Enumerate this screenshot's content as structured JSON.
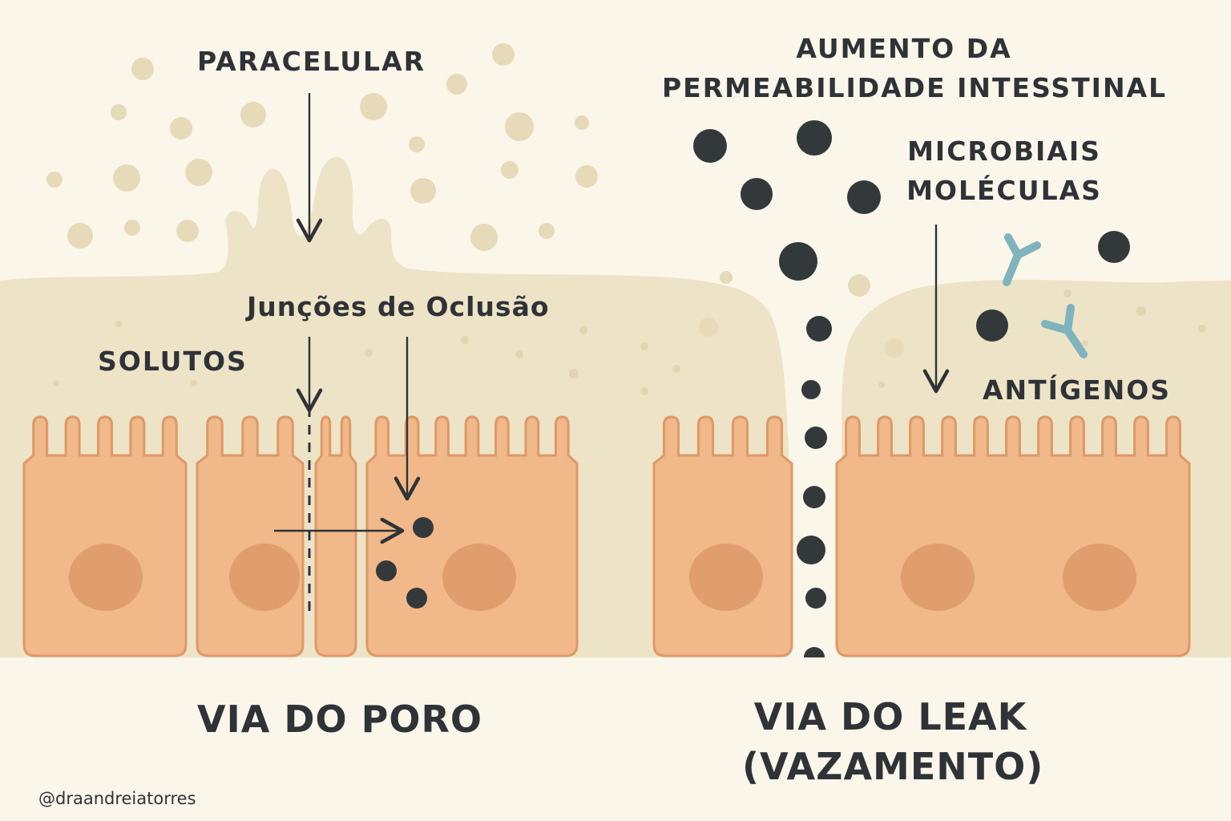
{
  "labels": {
    "paracelular": "PARACELULAR",
    "juncoes": "Junções de Oclusão",
    "solutos": "SOLUTOS",
    "via_poro": "VIA DO PORO",
    "aumento_line1": "AUMENTO DA",
    "aumento_line2": "PERMEABILIDADE INTESSTINAL",
    "microbiais_line1": "MICROBIAIS",
    "microbiais_line2": "MOLÉCULAS",
    "antigenos": "ANTÍGENOS",
    "via_leak_line1": "VIA DO LEAK",
    "via_leak_line2": "(VAZAMENTO)",
    "handle": "@draandreiatorres"
  },
  "colors": {
    "background": "#fbf6ea",
    "mucus": "#ede3c6",
    "cell_fill": "#f1b889",
    "cell_stroke": "#dd9967",
    "nucleus": "#e09e6f",
    "particle_dark": "#33393b",
    "antigen": "#7fb3bd",
    "text": "#2f3337"
  },
  "icons": {
    "antigen": "y-shaped-antibody-icon",
    "molecule": "dark-circle-particle-icon"
  }
}
